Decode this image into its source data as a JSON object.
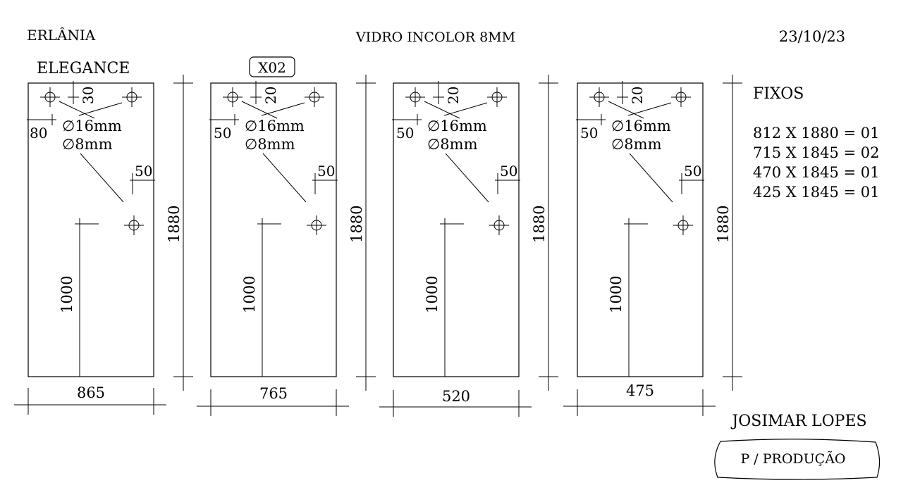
{
  "header": {
    "client": "ERLÂNIA",
    "material": "VIDRO INCOLOR 8MM",
    "date": "23/10/23",
    "model": "ELEGANCE",
    "tag": "X02"
  },
  "panels": [
    {
      "width": "865",
      "height": "1880",
      "handle_height": "1000",
      "hole_offset_top": "30",
      "hole_offset_side": "80",
      "lock_offset": "50",
      "hole_large": "∅16mm",
      "hole_small": "∅8mm"
    },
    {
      "width": "765",
      "height": "1880",
      "handle_height": "1000",
      "hole_offset_top": "20",
      "hole_offset_side": "50",
      "lock_offset": "50",
      "hole_large": "∅16mm",
      "hole_small": "∅8mm"
    },
    {
      "width": "520",
      "height": "1880",
      "handle_height": "1000",
      "hole_offset_top": "20",
      "hole_offset_side": "50",
      "lock_offset": "50",
      "hole_large": "∅16mm",
      "hole_small": "∅8mm"
    },
    {
      "width": "475",
      "height": "1880",
      "handle_height": "1000",
      "hole_offset_top": "20",
      "hole_offset_side": "50",
      "lock_offset": "50",
      "hole_large": "∅16mm",
      "hole_small": "∅8mm"
    }
  ],
  "fixed_list": {
    "title": "FIXOS",
    "items": [
      "812 X 1880 = 01",
      "715 X 1845 = 02",
      "470 X 1845 = 01",
      "425 X 1845 = 01"
    ]
  },
  "footer": {
    "author": "JOSIMAR LOPES",
    "stamp": "P / PRODUÇÃO"
  }
}
